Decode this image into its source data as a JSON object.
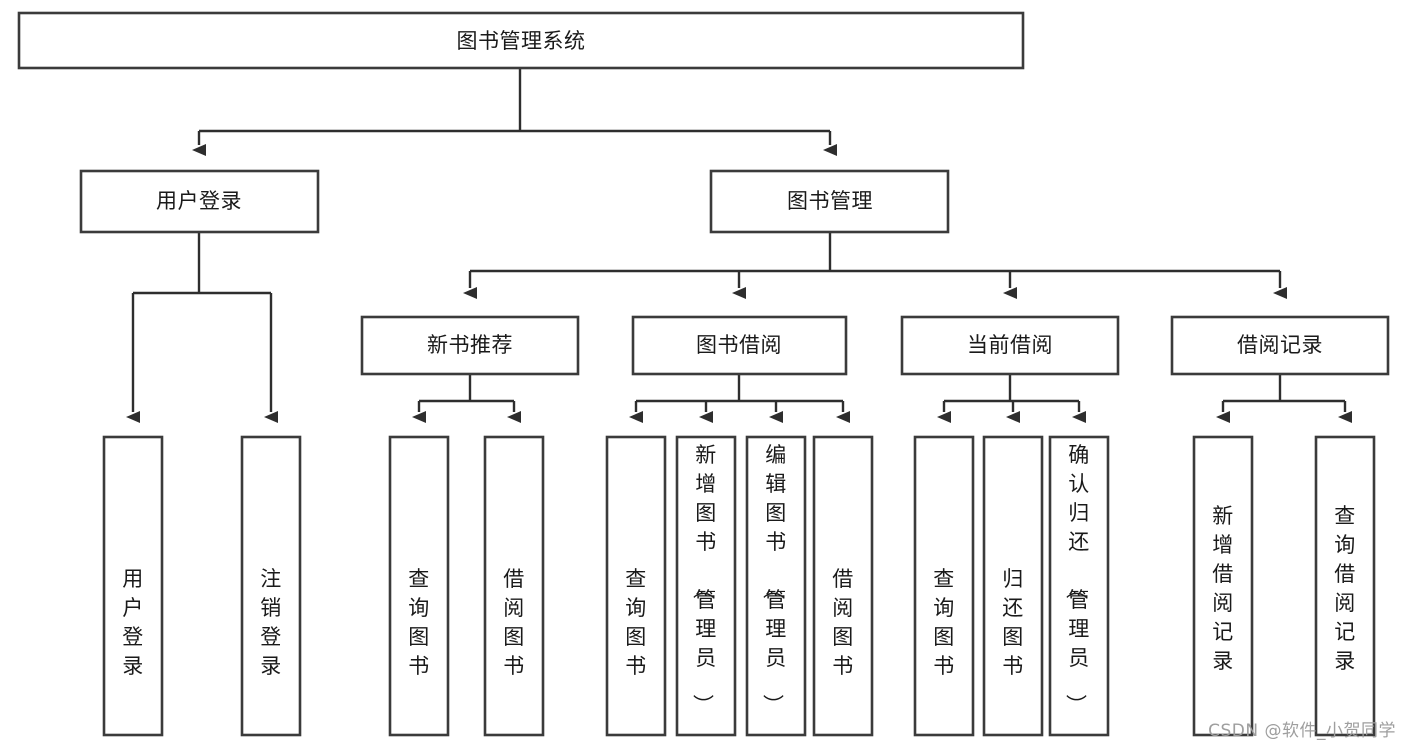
{
  "diagram": {
    "type": "tree-hierarchy",
    "title": "图书管理系统",
    "watermark": "CSDN @软件_小贺同学",
    "colors": {
      "box_stroke": "#3b3b3b",
      "connector": "#2e2e2e",
      "background": "#ffffff",
      "text": "#1a1a1a",
      "watermark": "#9e9e9e"
    },
    "nodes": {
      "root": {
        "label": "图书管理系统",
        "level": 0,
        "orientation": "horizontal"
      },
      "l1": [
        {
          "id": "user-login",
          "label": "用户登录",
          "orientation": "horizontal"
        },
        {
          "id": "book-manage",
          "label": "图书管理",
          "orientation": "horizontal"
        }
      ],
      "l2": [
        {
          "id": "new-book-recommend",
          "label": "新书推荐",
          "orientation": "horizontal",
          "parent": "book-manage"
        },
        {
          "id": "book-borrow",
          "label": "图书借阅",
          "orientation": "horizontal",
          "parent": "book-manage"
        },
        {
          "id": "current-borrow",
          "label": "当前借阅",
          "orientation": "horizontal",
          "parent": "book-manage"
        },
        {
          "id": "borrow-record",
          "label": "借阅记录",
          "orientation": "horizontal",
          "parent": "book-manage"
        }
      ],
      "leaves": [
        {
          "id": "leaf-user-login",
          "label": "用户登录",
          "parent": "user-login",
          "orientation": "vertical"
        },
        {
          "id": "leaf-logout-login",
          "label": "注销登录",
          "parent": "user-login",
          "orientation": "vertical"
        },
        {
          "id": "leaf-query-book-1",
          "label": "查询图书",
          "parent": "new-book-recommend",
          "orientation": "vertical"
        },
        {
          "id": "leaf-borrow-book-1",
          "label": "借阅图书",
          "parent": "new-book-recommend",
          "orientation": "vertical"
        },
        {
          "id": "leaf-query-book-2",
          "label": "查询图书",
          "parent": "book-borrow",
          "orientation": "vertical"
        },
        {
          "id": "leaf-add-book",
          "label": "新增图书（管理员）",
          "parent": "book-borrow",
          "orientation": "vertical"
        },
        {
          "id": "leaf-edit-book",
          "label": "编辑图书（管理员）",
          "parent": "book-borrow",
          "orientation": "vertical"
        },
        {
          "id": "leaf-borrow-book-2",
          "label": "借阅图书",
          "parent": "book-borrow",
          "orientation": "vertical"
        },
        {
          "id": "leaf-query-book-3",
          "label": "查询图书",
          "parent": "current-borrow",
          "orientation": "vertical"
        },
        {
          "id": "leaf-return-book",
          "label": "归还图书",
          "parent": "current-borrow",
          "orientation": "vertical"
        },
        {
          "id": "leaf-confirm-return",
          "label": "确认归还（管理员）",
          "parent": "current-borrow",
          "orientation": "vertical"
        },
        {
          "id": "leaf-add-borrow-record",
          "label": "新增借阅记录",
          "parent": "borrow-record",
          "orientation": "vertical"
        },
        {
          "id": "leaf-query-borrow-record",
          "label": "查询借阅记录",
          "parent": "borrow-record",
          "orientation": "vertical"
        }
      ]
    }
  }
}
